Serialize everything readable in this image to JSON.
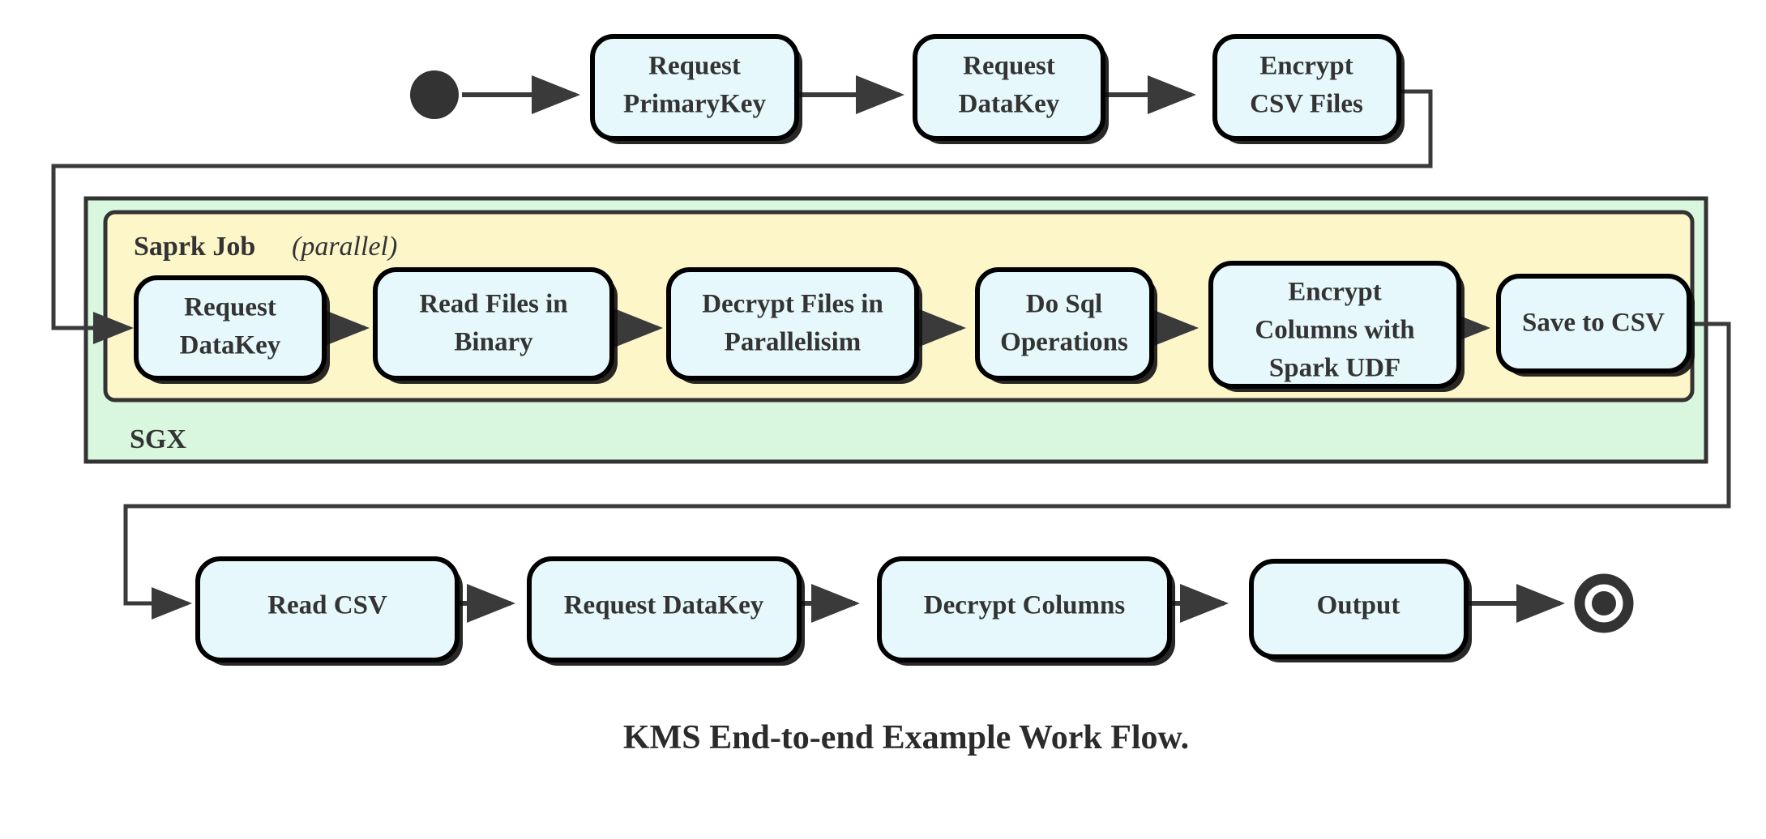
{
  "diagram": {
    "caption": "KMS End-to-end Example Work Flow.",
    "colors": {
      "node_fill": "#e6f8fb",
      "node_stroke": "#000000",
      "sgx_fill": "#d9f7de",
      "spark_fill": "#fdf6c9",
      "connector": "#3a3a3a",
      "text": "#333333"
    },
    "groups": {
      "outer": {
        "label": "SGX"
      },
      "inner": {
        "label": "Saprk Job",
        "qualifier": "(parallel)"
      }
    },
    "markers": {
      "start": "start-node",
      "end": "end-node"
    },
    "rows": {
      "top": {
        "nodes": [
          {
            "id": "request-primarykey",
            "lines": [
              "Request",
              "PrimaryKey"
            ]
          },
          {
            "id": "request-datakey-top",
            "lines": [
              "Request",
              "DataKey"
            ]
          },
          {
            "id": "encrypt-csv-files",
            "lines": [
              "Encrypt",
              "CSV Files"
            ]
          }
        ]
      },
      "middle": {
        "nodes": [
          {
            "id": "request-datakey-mid",
            "lines": [
              "Request",
              "DataKey"
            ]
          },
          {
            "id": "read-files-in-binary",
            "lines": [
              "Read Files in",
              "Binary"
            ]
          },
          {
            "id": "decrypt-files-in-parallelisim",
            "lines": [
              "Decrypt Files in",
              "Parallelisim"
            ]
          },
          {
            "id": "do-sql-operations",
            "lines": [
              "Do Sql",
              "Operations"
            ]
          },
          {
            "id": "encrypt-columns-with-spark-udf",
            "lines": [
              "Encrypt",
              "Columns with",
              "Spark UDF"
            ]
          },
          {
            "id": "save-to-csv",
            "lines": [
              "Save to CSV"
            ]
          }
        ]
      },
      "bottom": {
        "nodes": [
          {
            "id": "read-csv",
            "lines": [
              "Read CSV"
            ]
          },
          {
            "id": "request-datakey-bottom",
            "lines": [
              "Request DataKey"
            ]
          },
          {
            "id": "decrypt-columns",
            "lines": [
              "Decrypt Columns"
            ]
          },
          {
            "id": "output",
            "lines": [
              "Output"
            ]
          }
        ]
      }
    }
  }
}
